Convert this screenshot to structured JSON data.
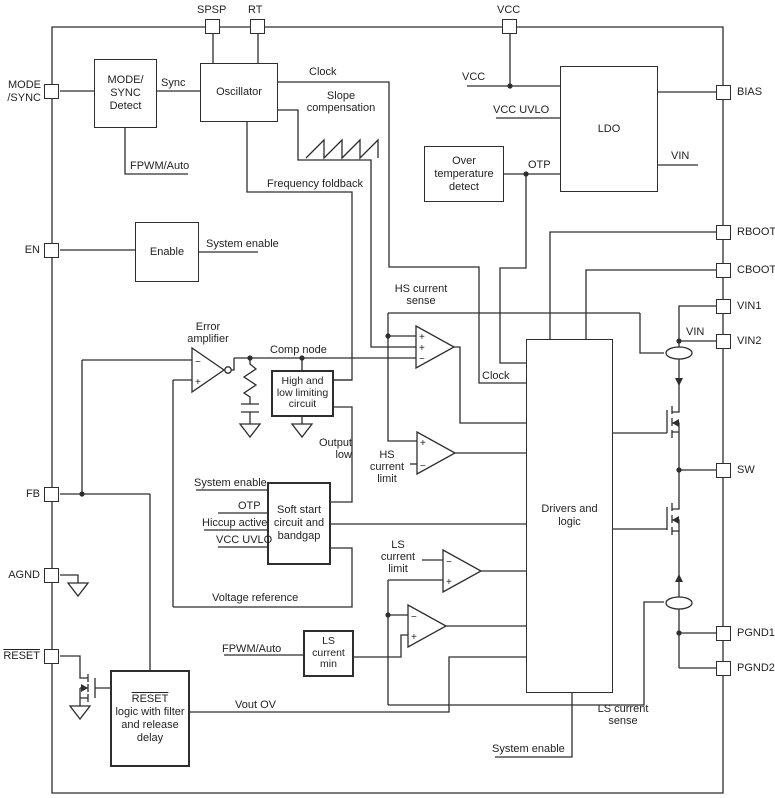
{
  "colors": {
    "line": "#2e2e2e",
    "text": "#232323",
    "background": "#ffffff"
  },
  "symbols": {
    "plus": "+",
    "minus": "−"
  },
  "pins": {
    "spsp": "SPSP",
    "rt": "RT",
    "vcc": "VCC",
    "mode": "MODE",
    "sync": "/SYNC",
    "en": "EN",
    "fb": "FB",
    "agnd": "AGND",
    "reset": "RESET",
    "bias": "BIAS",
    "rboot": "RBOOT",
    "cboot": "CBOOT",
    "vin1": "VIN1",
    "vin2": "VIN2",
    "sw": "SW",
    "pgnd1": "PGND1",
    "pgnd2": "PGND2"
  },
  "blocks": {
    "mode_sync_detect": "MODE/ SYNC Detect",
    "oscillator": "Oscillator",
    "ldo": "LDO",
    "over_temp": "Over temperature detect",
    "enable": "Enable",
    "high_low_limit": "High and low limiting circuit",
    "soft_start": "Soft start circuit and bandgap",
    "ls_current_min": "LS current min",
    "drivers": "Drivers and logic",
    "reset_logic_title": "RESET",
    "reset_logic_rest": "logic with filter and release delay"
  },
  "signals": {
    "sync": "Sync",
    "clock": "Clock",
    "slope_compensation": "Slope compensation",
    "frequency_foldback": "Frequency foldback",
    "fpwm_auto": "FPWM/Auto",
    "vcc": "VCC",
    "vcc_uvlo": "VCC UVLO",
    "otp": "OTP",
    "vin": "VIN",
    "system_enable": "System enable",
    "hs_current_sense": "HS current sense",
    "comp_node": "Comp node",
    "error_amplifier": "Error amplifier",
    "output_low": "Output low",
    "hs_current_limit": "HS current limit",
    "hiccup_active": "Hiccup active",
    "voltage_reference": "Voltage reference",
    "ls_current_limit": "LS current limit",
    "vout_ov": "Vout OV",
    "ls_current_sense": "LS current sense"
  }
}
